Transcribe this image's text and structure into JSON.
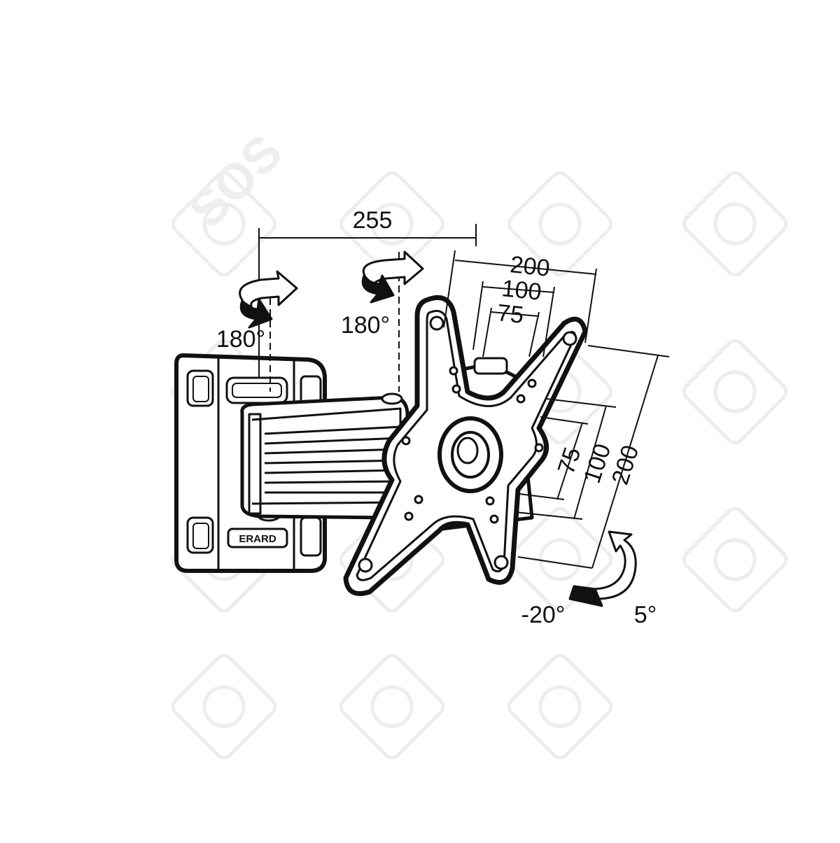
{
  "diagram": {
    "brand_label": "ERARD",
    "arm_length": "255",
    "swivel_wall": "180°",
    "swivel_head": "180°",
    "vesa_horizontal": [
      "200",
      "100",
      "75"
    ],
    "vesa_vertical": [
      "75",
      "100",
      "200"
    ],
    "tilt_min": "-20°",
    "tilt_max": "5°",
    "watermark": "SOS"
  },
  "colors": {
    "line": "#111111",
    "fill": "#ffffff",
    "watermark": "#eeeeee"
  }
}
